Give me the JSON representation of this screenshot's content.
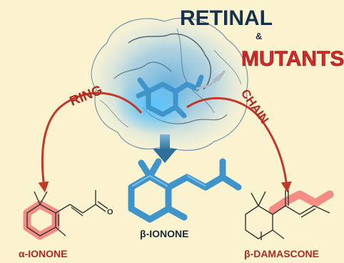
{
  "header": {
    "title_line1": "RETINAL",
    "connector": "&",
    "title_line2": "MUTANTS"
  },
  "arrows": {
    "left_label": "RING",
    "right_label": "CHAIN"
  },
  "molecules": {
    "center": "β-IONONE",
    "left": "α-IONONE",
    "right": "β-DAMASCONE",
    "left_atom": "O"
  },
  "colors": {
    "background": "#fbf3cf",
    "title_blue": "#16324f",
    "title_red": "#d42a2a",
    "arrow_red": "#c0392b",
    "molecule_blue": "#3f94c9",
    "highlight_red": "#f06b6b"
  }
}
